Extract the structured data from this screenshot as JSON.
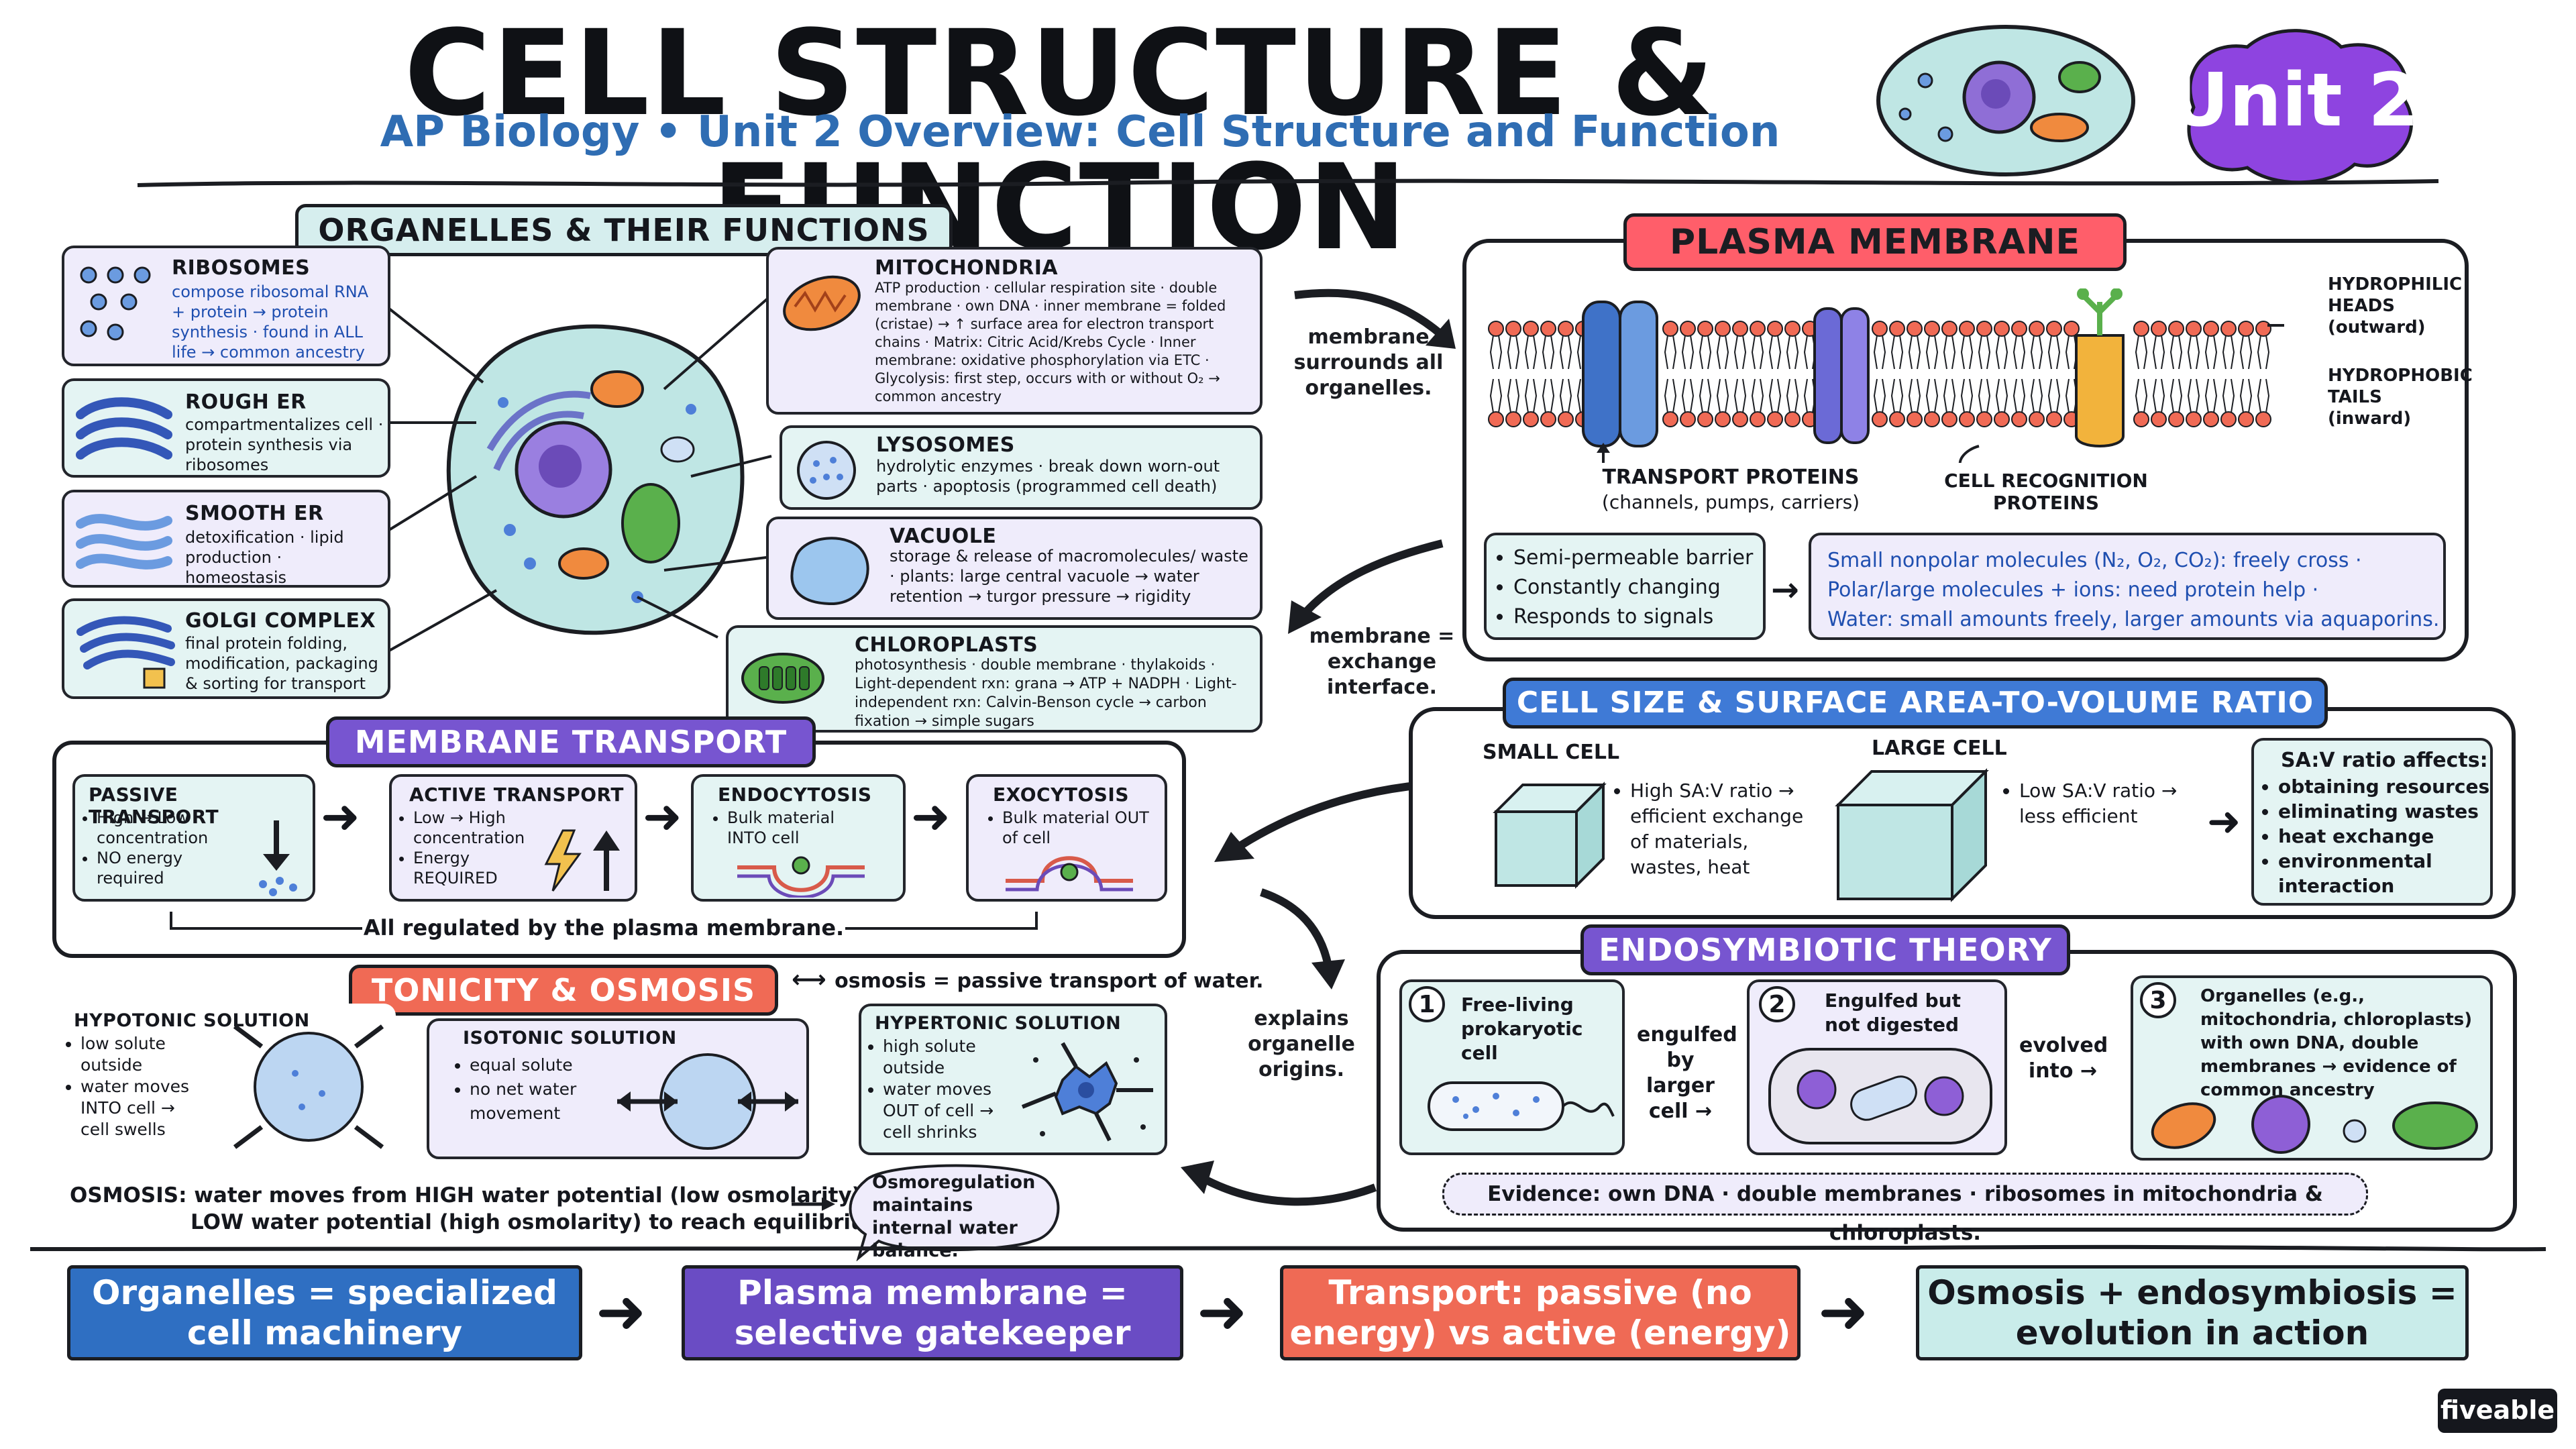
{
  "header": {
    "title": "CELL STRUCTURE & FUNCTION",
    "subtitle": "AP Biology • Unit 2 Overview: Cell Structure and Function",
    "badge": "Unit 2"
  },
  "organelles": {
    "label": "ORGANELLES & THEIR FUNCTIONS",
    "ribosomes": {
      "title": "RIBOSOMES",
      "text": "compose ribosomal RNA + protein → protein synthesis · found in ALL life → common ancestry"
    },
    "rough_er": {
      "title": "ROUGH ER",
      "text": "compartmentalizes cell · protein synthesis via ribosomes"
    },
    "smooth_er": {
      "title": "SMOOTH ER",
      "text": "detoxification · lipid production · homeostasis"
    },
    "golgi": {
      "title": "GOLGI COMPLEX",
      "text": "final protein folding, modification, packaging & sorting for transport"
    },
    "mitochondria": {
      "title": "MITOCHONDRIA",
      "text": "ATP production · cellular respiration site · double membrane · own DNA · inner membrane = folded (cristae) → ↑ surface area for electron transport chains · Matrix: Citric Acid/Krebs Cycle · Inner membrane: oxidative phosphorylation via ETC · Glycolysis: first step, occurs with or without O₂ → common ancestry"
    },
    "lysosomes": {
      "title": "LYSOSOMES",
      "text": "hydrolytic enzymes · break down worn-out parts · apoptosis (programmed cell death)"
    },
    "vacuole": {
      "title": "VACUOLE",
      "text": "storage & release of macromolecules/ waste · plants: large central vacuole → water retention → turgor pressure → rigidity"
    },
    "chloroplasts": {
      "title": "CHLOROPLASTS",
      "text": "photosynthesis · double membrane · thylakoids · Light-dependent rxn: grana → ATP + NADPH · Light-independent rxn: Calvin-Benson cycle → carbon fixation → simple sugars"
    }
  },
  "arrows": {
    "membrane_surrounds": "membrane surrounds all organelles.",
    "membrane_exchange": "membrane = exchange interface.",
    "explains_origins": "explains organelle origins.",
    "osmosis_def": "osmosis = passive transport of water."
  },
  "plasma_membrane": {
    "label": "PLASMA MEMBRANE",
    "hydrophilic": "HYDROPHILIC HEADS (outward)",
    "hydrophobic": "HYDROPHOBIC TAILS (inward)",
    "transport_proteins": "TRANSPORT PROTEINS",
    "transport_sub": "(channels, pumps, carriers)",
    "recognition": "CELL RECOGNITION PROTEINS",
    "bullets": [
      "Semi-permeable barrier",
      "Constantly changing",
      "Responds to signals"
    ],
    "perm_lines": [
      "Small nonpolar molecules (N₂, O₂, CO₂): freely cross ·",
      "Polar/large molecules + ions: need protein help ·",
      "Water: small amounts freely, larger amounts via aquaporins."
    ]
  },
  "sa_v": {
    "label": "CELL SIZE & SURFACE AREA-TO-VOLUME RATIO",
    "small_cell": "SMALL CELL",
    "small_text": "High SA:V ratio → efficient exchange of materials, wastes, heat",
    "large_cell": "LARGE CELL",
    "large_text": "Low SA:V ratio → less efficient",
    "affects_title": "SA:V ratio affects:",
    "affects": [
      "obtaining resources",
      "eliminating wastes",
      "heat exchange",
      "environmental interaction"
    ]
  },
  "transport": {
    "label": "MEMBRANE TRANSPORT",
    "passive": {
      "title": "PASSIVE TRANSPORT",
      "items": [
        "High → Low concentration",
        "NO energy required"
      ]
    },
    "active": {
      "title": "ACTIVE TRANSPORT",
      "items": [
        "Low → High concentration",
        "Energy REQUIRED"
      ]
    },
    "endo": {
      "title": "ENDOCYTOSIS",
      "items": [
        "Bulk material INTO cell"
      ]
    },
    "exo": {
      "title": "EXOCYTOSIS",
      "items": [
        "Bulk material OUT of cell"
      ]
    },
    "footer": "All regulated by the plasma membrane."
  },
  "tonicity": {
    "label": "TONICITY & OSMOSIS",
    "hypo": {
      "title": "HYPOTONIC SOLUTION",
      "items": [
        "low solute outside",
        "water moves INTO cell → cell swells"
      ]
    },
    "iso": {
      "title": "ISOTONIC SOLUTION",
      "items": [
        "equal solute",
        "no net water movement"
      ]
    },
    "hyper": {
      "title": "HYPERTONIC SOLUTION",
      "items": [
        "high solute outside",
        "water moves OUT of cell → cell shrinks"
      ]
    },
    "osmosis_title": "OSMOSIS:",
    "osmosis_line1": "water moves from HIGH water potential (low osmolarity) →",
    "osmosis_line2": "LOW water potential (high osmolarity) to reach equilibrium.",
    "bubble": "Osmoregulation maintains internal water balance."
  },
  "endosymbiotic": {
    "label": "ENDOSYMBIOTIC THEORY",
    "step1_num": "1",
    "step1": "Free-living prokaryotic cell",
    "engulfed": "engulfed by larger cell →",
    "step2_num": "2",
    "step2": "Engulfed but not digested",
    "evolved": "evolved into →",
    "step3_num": "3",
    "step3": "Organelles (e.g., mitochondria, chloroplasts) with own DNA, double membranes → evidence of common ancestry",
    "evidence": "Evidence: own DNA · double membranes · ribosomes in mitochondria & chloroplasts."
  },
  "summary": [
    {
      "text": "Organelles = specialized cell machinery",
      "color": "#2f6fc2"
    },
    {
      "text": "Plasma membrane = selective gatekeeper",
      "color": "#6a4cc4"
    },
    {
      "text": "Transport: passive (no energy) vs active (energy)",
      "color": "#ef6a55"
    },
    {
      "text": "Osmosis + endosymbiosis = evolution in action",
      "color": "#c9ecea"
    }
  ],
  "brand": "fiveable",
  "colors": {
    "teal": "#bfe6e4",
    "lavender": "#efecfb",
    "purple": "#6a4cc4",
    "red": "#ef5a5a",
    "blue": "#2f6fc2"
  }
}
